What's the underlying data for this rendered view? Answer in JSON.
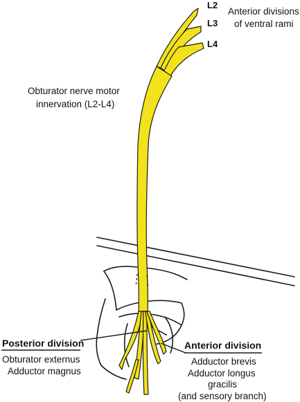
{
  "colors": {
    "nerve": "#f2e21c",
    "outline": "#1a1a1a",
    "background": "#ffffff"
  },
  "roots": [
    {
      "id": "l2",
      "label": "L2"
    },
    {
      "id": "l3",
      "label": "L3"
    },
    {
      "id": "l4",
      "label": "L4"
    }
  ],
  "labels": {
    "rami_line1": "Anterior divisions",
    "rami_line2": "of ventral rami",
    "motor_line1": "Obturator nerve motor",
    "motor_line2": "innervation (L2-L4)",
    "posterior_title": "Posterior division",
    "posterior_muscles": [
      "Obturator externus",
      "Adductor magnus"
    ],
    "anterior_title": "Anterior division",
    "anterior_muscles": [
      "Adductor brevis",
      "Adductor longus",
      "gracilis",
      "(and sensory branch)"
    ]
  }
}
